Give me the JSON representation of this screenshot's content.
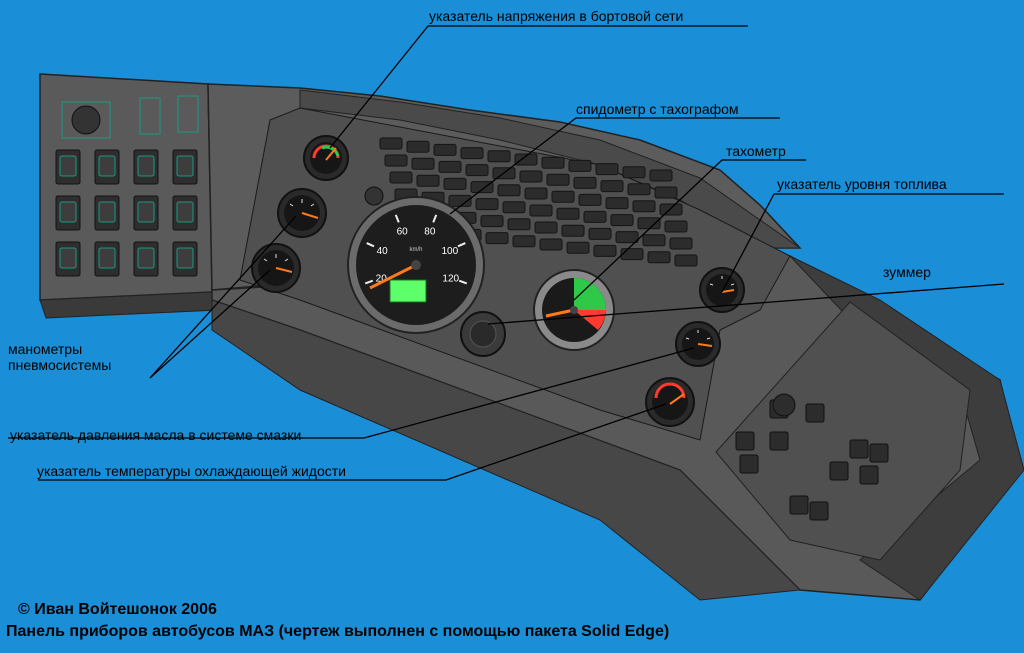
{
  "colors": {
    "background": "#1a8ed6",
    "panel": "#565656",
    "panel_dark": "#3e3e3e",
    "gauge_green": "#2fc94a",
    "needle": "#ff7a1a"
  },
  "labels": {
    "voltage": "указатель напряжения в бортовой сети",
    "speedometer": "спидометр с тахографом",
    "tachometer": "тахометр",
    "fuel": "указатель уровня топлива",
    "buzzer": "зуммер",
    "manometers": "манометры пневмосистемы",
    "oil_pressure": "указатель давления масла в системе смазки",
    "coolant_temp": "указатель температуры охлаждающей жидости"
  },
  "speedometer_scale": [
    "20",
    "40",
    "60",
    "80",
    "100",
    "120"
  ],
  "speedometer_unit": "km/h",
  "credits": {
    "author": "©   Иван Войтешонок    2006",
    "caption": "Панель приборов автобусов МАЗ (чертеж выполнен с помощью пакета Solid Edge)"
  }
}
